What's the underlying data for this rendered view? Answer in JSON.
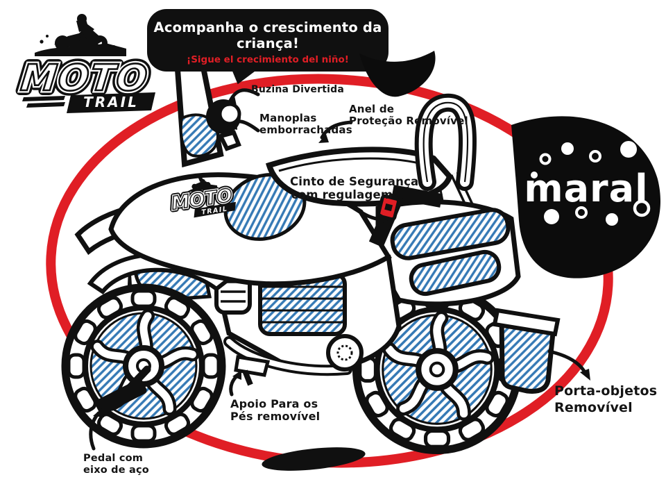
{
  "colors": {
    "red": "#e01e25",
    "blue": "#3579b5",
    "black": "#101010",
    "white": "#ffffff"
  },
  "logo": {
    "moto": "MOTO",
    "trail": "TRAIL"
  },
  "bubble": {
    "title": "Acompanha o crescimento da criança!",
    "subtitle": "¡Sigue el crecimiento del niño!"
  },
  "brand": {
    "name": "maral"
  },
  "callouts": {
    "buzina": {
      "line1": "Buzina Divertida"
    },
    "manoplas": {
      "line1": "Manoplas",
      "line2": "emborrachadas"
    },
    "anel": {
      "line1": "Anel de",
      "line2": "Proteção Removível"
    },
    "cinto": {
      "line1": "Cinto de Segurança",
      "line2": "com regulagem"
    },
    "apoio": {
      "line1": "Apoio Para os",
      "line2": "Pés removível"
    },
    "pedal": {
      "line1": "Pedal com",
      "line2": "eixo de aço"
    },
    "porta": {
      "line1": "Porta-objetos",
      "line2": "Removível"
    }
  }
}
